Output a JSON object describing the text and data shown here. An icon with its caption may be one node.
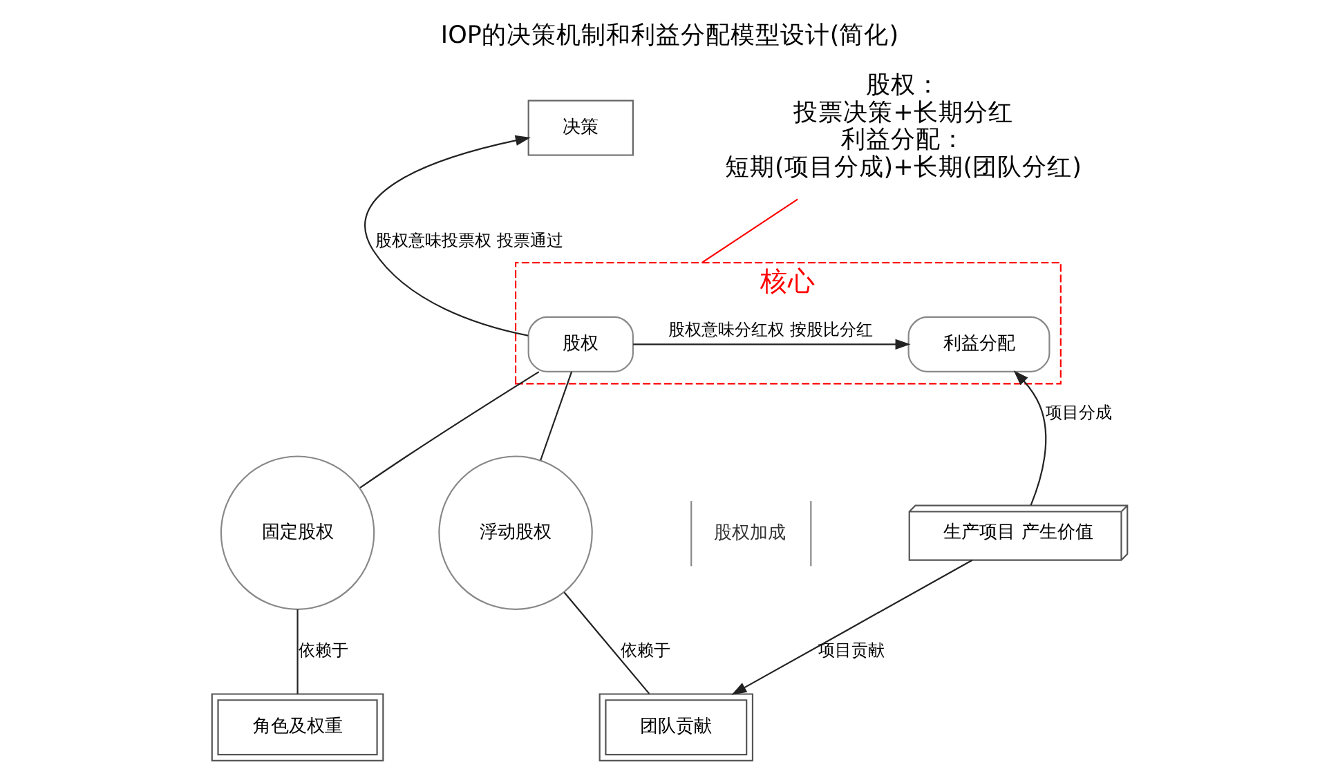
{
  "diagram": {
    "title": "IOP的决策机制和利益分配模型设计(简化)",
    "nodes": [
      {
        "text": [
          "决策"
        ]
      },
      {
        "text": [
          "核心"
        ]
      },
      {
        "text": [
          "股权"
        ],
        "in": 1
      },
      {
        "text": [
          "利益分配"
        ],
        "in": 1
      },
      {
        "text": [
          "固定股权"
        ]
      },
      {
        "text": [
          "浮动股权"
        ]
      },
      {
        "text": [
          "角色及权重"
        ]
      },
      {
        "text": [
          "生产项目 产生价值"
        ]
      },
      {
        "text": [
          "团队贡献"
        ]
      },
      {
        "text": [
          "股权：",
          "投票决策+长期分红",
          "利益分配：",
          "短期(项目分成)+长期(团队分红)"
        ]
      }
    ],
    "edges": [
      {
        "from": 2,
        "to": 0,
        "arrow": "to",
        "label": "股权意味投票权 投票通过"
      },
      {
        "from": 2,
        "to": 3,
        "arrow": "to",
        "label": "股权意味分红权 按股比分红"
      },
      {
        "from": 7,
        "to": 3,
        "arrow": "to",
        "label": "项目分成"
      },
      {
        "from": 2,
        "to": 4,
        "arrow": "none"
      },
      {
        "from": 2,
        "to": 5,
        "arrow": "none"
      },
      {
        "from": 4,
        "to": 6,
        "arrow": "none",
        "label": "依赖于"
      },
      {
        "from": 5,
        "to": 8,
        "arrow": "none",
        "label": "依赖于"
      },
      {
        "from": 7,
        "to": 8,
        "arrow": "to",
        "label": "项目贡献"
      },
      {
        "from": 9,
        "to": 1,
        "arrow": "none",
        "color": "#ff0000"
      }
    ],
    "labels": [
      "股权加成"
    ]
  }
}
